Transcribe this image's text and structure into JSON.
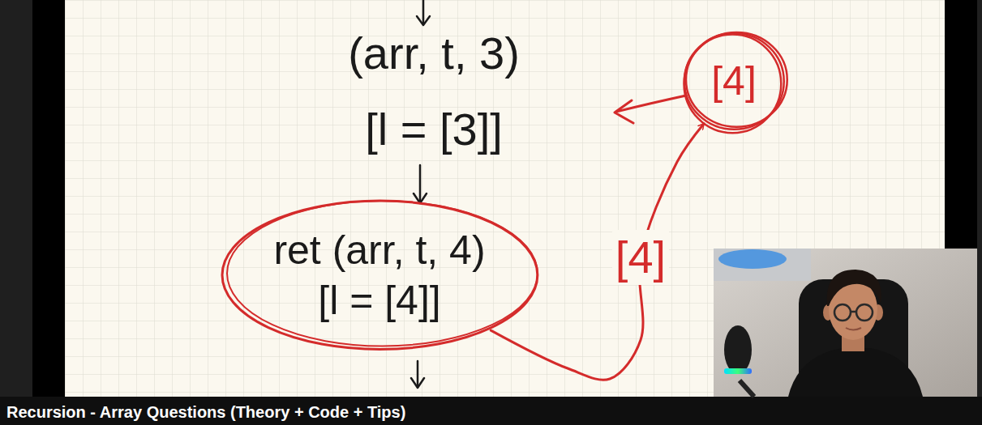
{
  "diagram": {
    "caption": "Recursion - Array Questions (Theory + Code + Tips)",
    "nodes": [
      {
        "text": [
          "[4]"
        ]
      },
      {
        "text": [
          "ret (arr, t, 4)",
          "[l = [4]]"
        ]
      }
    ],
    "edges": [
      {
        "from": 1,
        "to": 0,
        "arrow": "to",
        "label": "[4]"
      }
    ],
    "labels": [
      "(arr, t, 3)",
      "[l = [3]]"
    ]
  }
}
